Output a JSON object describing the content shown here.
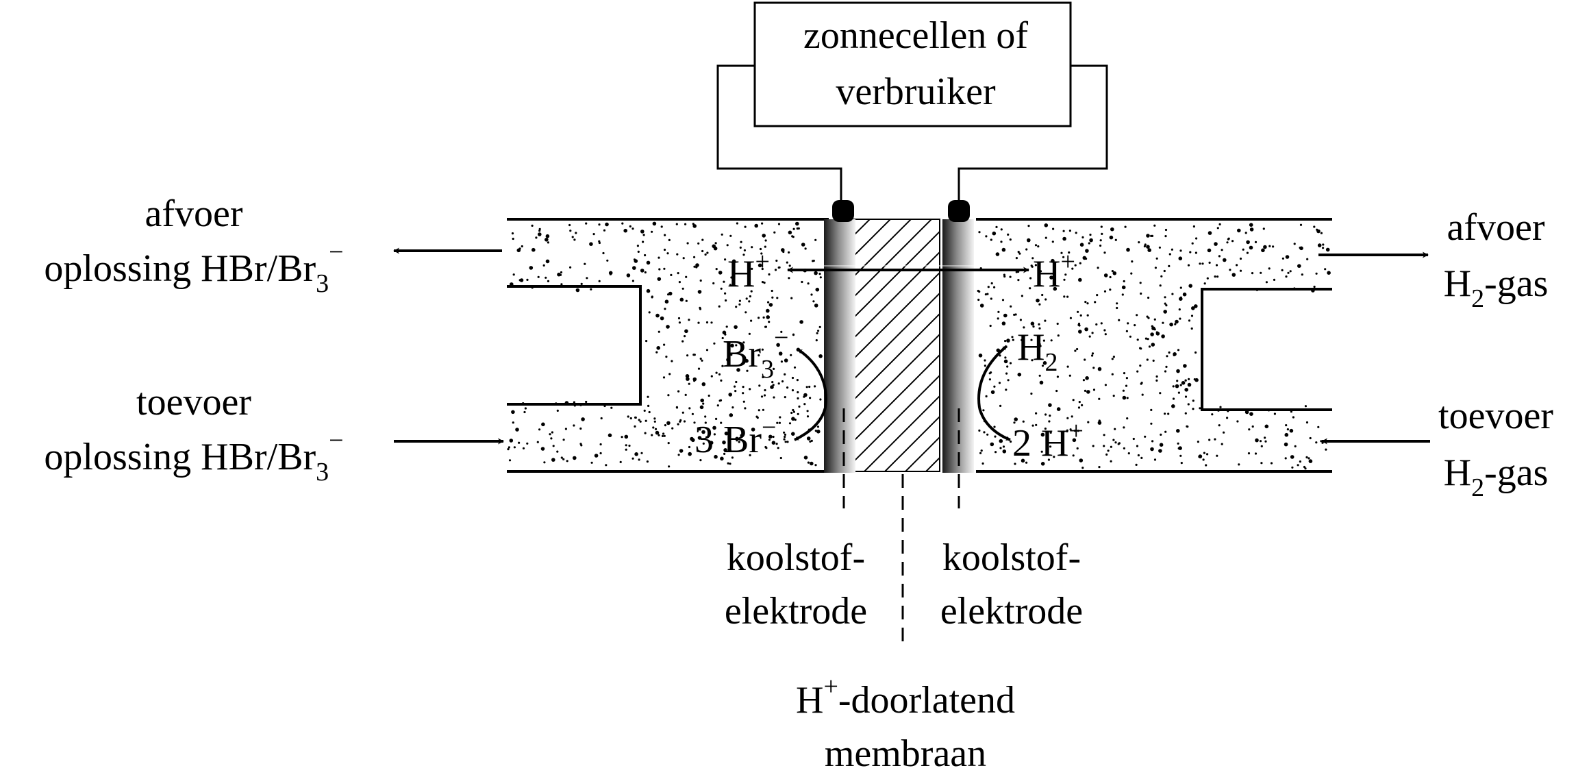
{
  "box": {
    "line1": "zonnecellen of",
    "line2": "verbruiker"
  },
  "left": {
    "outlet": {
      "line1": "afvoer",
      "line2_base": "oplossing HBr/Br",
      "line2_sub": "3",
      "line2_sup": "−"
    },
    "inlet": {
      "line1": "toevoer",
      "line2_base": "oplossing HBr/Br",
      "line2_sub": "3",
      "line2_sup": "−"
    }
  },
  "right": {
    "outlet": {
      "line1": "afvoer",
      "h": "H",
      "sub": "2",
      "rest": "-gas"
    },
    "inlet": {
      "line1": "toevoer",
      "h": "H",
      "sub": "2",
      "rest": "-gas"
    }
  },
  "reactions": {
    "hplus_base": "H",
    "hplus_sup": "+",
    "br3_base": "Br",
    "br3_sub": "3",
    "br3_sup": "−",
    "br_minus_base": "3 Br",
    "br_minus_sup": "−",
    "h2_base": "H",
    "h2_sub": "2",
    "two_hplus_base": "2 H",
    "two_hplus_sup": "+"
  },
  "electrode_left": {
    "line1": "koolstof-",
    "line2": "elektrode"
  },
  "electrode_right": {
    "line1": "koolstof-",
    "line2": "elektrode"
  },
  "membrane": {
    "line1_base": "H",
    "line1_sup": "+",
    "line1_rest": "-doorlatend",
    "line2": "membraan"
  }
}
